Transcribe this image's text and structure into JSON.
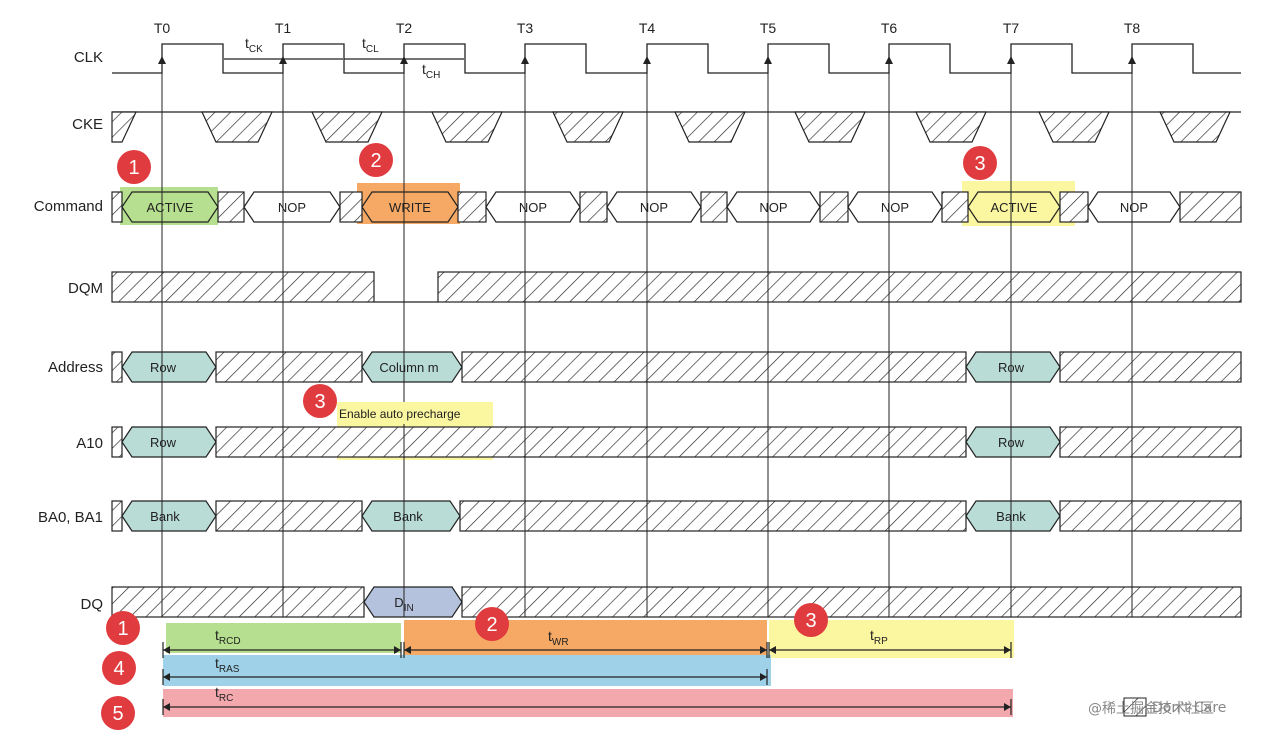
{
  "clock_ticks": [
    "T0",
    "T1",
    "T2",
    "T3",
    "T4",
    "T5",
    "T6",
    "T7",
    "T8"
  ],
  "signals": {
    "clk": "CLK",
    "cke": "CKE",
    "command": "Command",
    "dqm": "DQM",
    "address": "Address",
    "a10": "A10",
    "ba": "BA0, BA1",
    "dq": "DQ"
  },
  "commands": [
    "ACTIVE",
    "NOP",
    "WRITE",
    "NOP",
    "NOP",
    "NOP",
    "NOP",
    "ACTIVE",
    "NOP"
  ],
  "address_values": {
    "row_1": "Row",
    "column": "Column m",
    "row_2": "Row"
  },
  "a10_values": {
    "row_1": "Row",
    "row_2": "Row"
  },
  "ba_values": {
    "bank_1": "Bank",
    "bank_2": "Bank",
    "bank_3": "Bank"
  },
  "dq_value": {
    "main": "D",
    "sub": "IN"
  },
  "clock_timings": {
    "tck": {
      "main": "t",
      "sub": "CK"
    },
    "tcl": {
      "main": "t",
      "sub": "CL"
    },
    "tch": {
      "main": "t",
      "sub": "CH"
    }
  },
  "intervals": {
    "trcd": {
      "main": "t",
      "sub": "RCD"
    },
    "twr": {
      "main": "t",
      "sub": "WR"
    },
    "trp": {
      "main": "t",
      "sub": "RP"
    },
    "tras": {
      "main": "t",
      "sub": "RAS"
    },
    "trc": {
      "main": "t",
      "sub": "RC"
    }
  },
  "annotation": "Enable auto precharge",
  "markers": {
    "cmd_active": "1",
    "cmd_write": "2",
    "cmd_active_2": "3",
    "precharge": "3",
    "trcd": "1",
    "twr": "2",
    "trp": "3",
    "tras": "4",
    "trc": "5"
  },
  "legend": {
    "label": "Don't Care"
  },
  "watermark": "@稀土掘金技术社区",
  "colors": {
    "cell_teal": "#b9dcd6",
    "active_green": "#b6e08f",
    "write_orange": "#f6a965",
    "active_yellow": "#fbf6a0",
    "tras_blue": "#9fd2e8",
    "trc_pink": "#f2a8ad",
    "marker_red": "#e03b3e",
    "dq_blue": "#b4c2de"
  }
}
